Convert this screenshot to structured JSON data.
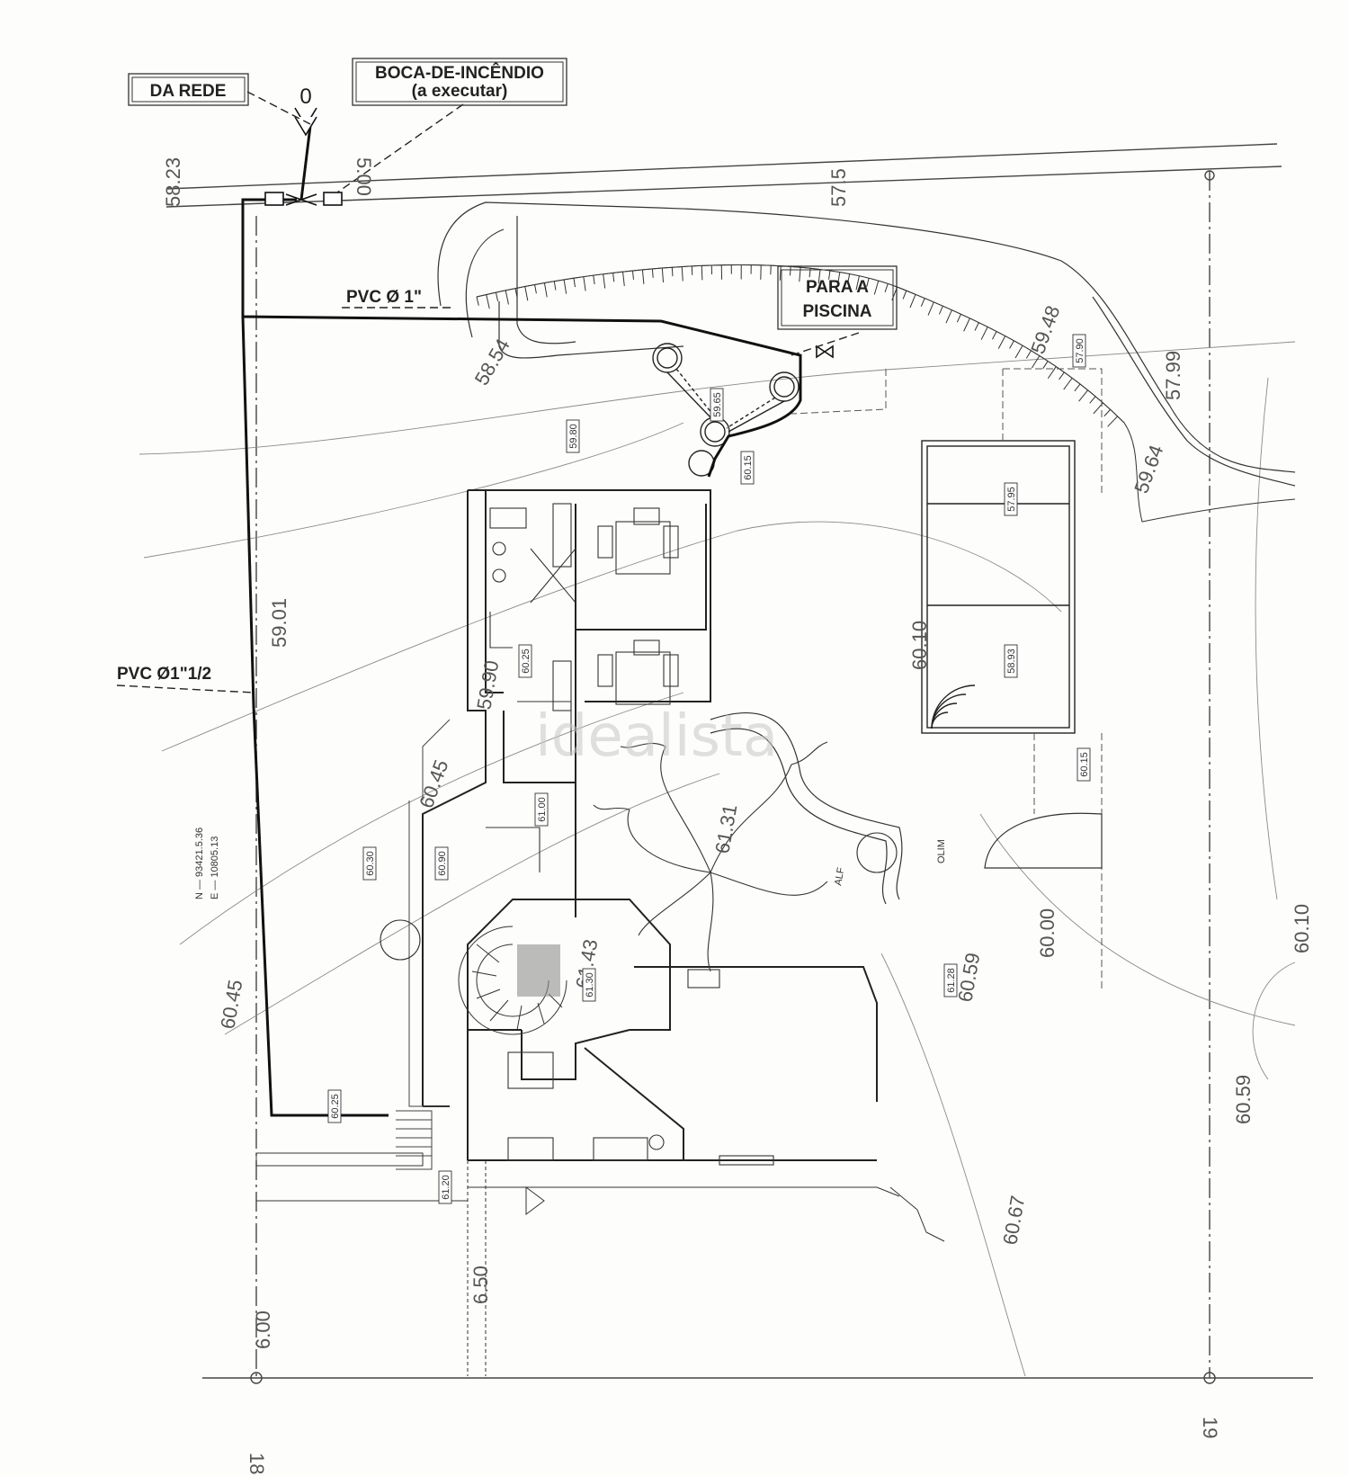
{
  "callouts": {
    "da_rede": "DA REDE",
    "boca_line1": "BOCA-DE-INCÊNDIO",
    "boca_line2": "(a executar)",
    "para_line1": "PARA A",
    "para_line2": "PISCINA",
    "valve_zero": "0"
  },
  "pipes": {
    "pvc_1": "PVC Ø 1\"",
    "pvc_1_1_2": "PVC Ø1\"1/2"
  },
  "elevations": {
    "e_58_23": "58.23",
    "e_57_5": "57.5",
    "e_58_54": "58.54",
    "e_59_48": "59.48",
    "e_57_99": "57.99",
    "e_59_64": "59.64",
    "e_59_01": "59.01",
    "e_59_90": "59.90",
    "e_60_45a": "60.45",
    "e_60_45b": "60.45",
    "e_60_10": "60.10",
    "e_61_31": "61.31",
    "e_61_43": "61.43",
    "e_60_00": "60.00",
    "e_60_59": "60.59",
    "e_60_67": "60.67",
    "e_60_10b": "60.10",
    "e_60_59b": "60.59",
    "e_6_00": "6.00",
    "e_6_50": "6.50",
    "e_18": "18",
    "e_19": "19",
    "e_5_00": "5.00"
  },
  "boxed_levels": {
    "b_59_65": "59.65",
    "b_59_80": "59.80",
    "b_60_15a": "60.15",
    "b_57_95": "57.95",
    "b_58_93": "58.93",
    "b_57_90": "57.90",
    "b_60_25": "60.25",
    "b_61_00": "61.00",
    "b_60_90": "60.90",
    "b_60_30": "60.30",
    "b_61_30": "61.30",
    "b_61_20": "61.20",
    "b_60_25b": "60.25",
    "b_60_15b": "60.15",
    "b_61_28": "61.28"
  },
  "garden_labels": {
    "alf": "ALF",
    "olim": "OLIM"
  },
  "coordinates": {
    "north": "N — 93421.5.36",
    "east": "E — 10805.13"
  },
  "watermark": "idealista",
  "colors": {
    "ink": "#1e1e1e",
    "faint": "#8a8a8a",
    "paper": "#fdfdfb"
  }
}
